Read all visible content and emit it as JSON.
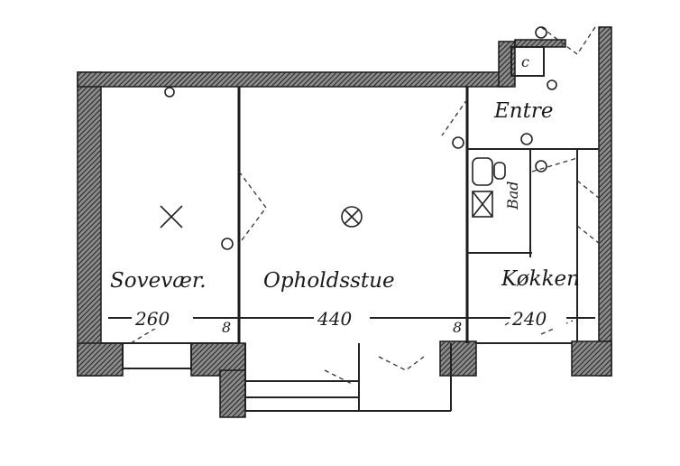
{
  "rooms": {
    "bedroom": "Sovevær.",
    "living": "Opholdsstue",
    "entry": "Entre",
    "bath": "Bad",
    "kitchen": "Køkken",
    "closet": "c"
  },
  "dimensions": {
    "bedroom_width": "260",
    "living_width": "440",
    "kitchen_width": "240",
    "wall_left": "8",
    "wall_right": "8"
  },
  "colors": {
    "ink": "#1a1a1a",
    "paper": "#ffffff"
  }
}
